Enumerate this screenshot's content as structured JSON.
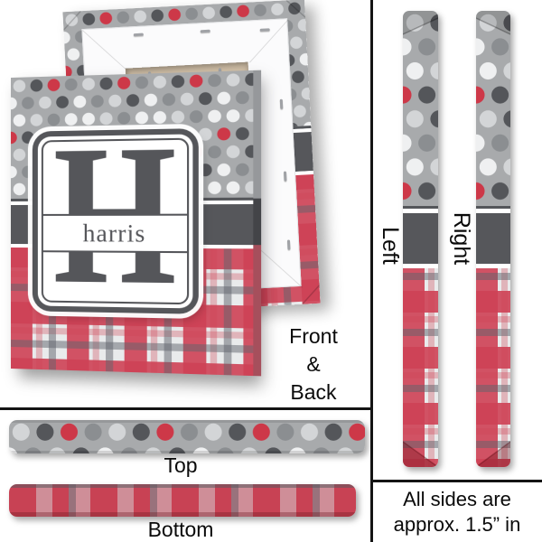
{
  "monogram": {
    "initial": "H",
    "name": "harris"
  },
  "labels": {
    "front_back_line1": "Front",
    "front_back_line2": "&",
    "front_back_line3": "Back",
    "top": "Top",
    "bottom": "Bottom",
    "left": "Left",
    "right": "Right"
  },
  "note": {
    "line1": "All sides are",
    "line2": "approx. 1.5” in"
  },
  "colors": {
    "dots_background": "#a8aaac",
    "dot_red": "#cd3848",
    "dot_dark_gray": "#54565a",
    "dot_medium_gray": "#8b8e91",
    "dot_light_gray": "#d3d5d7",
    "dot_white": "#eff0f1",
    "divider_band": "#56575b",
    "plaid_red": "#cf4255",
    "plaid_base": "#e9ebec",
    "plaid_gray": "#5f646b",
    "monogram_text": "#55565a",
    "canvas_back_tan": "#d8c6ad",
    "stretcher_bar_white": "#fbfbfc",
    "label_text": "#0a0a0a"
  }
}
